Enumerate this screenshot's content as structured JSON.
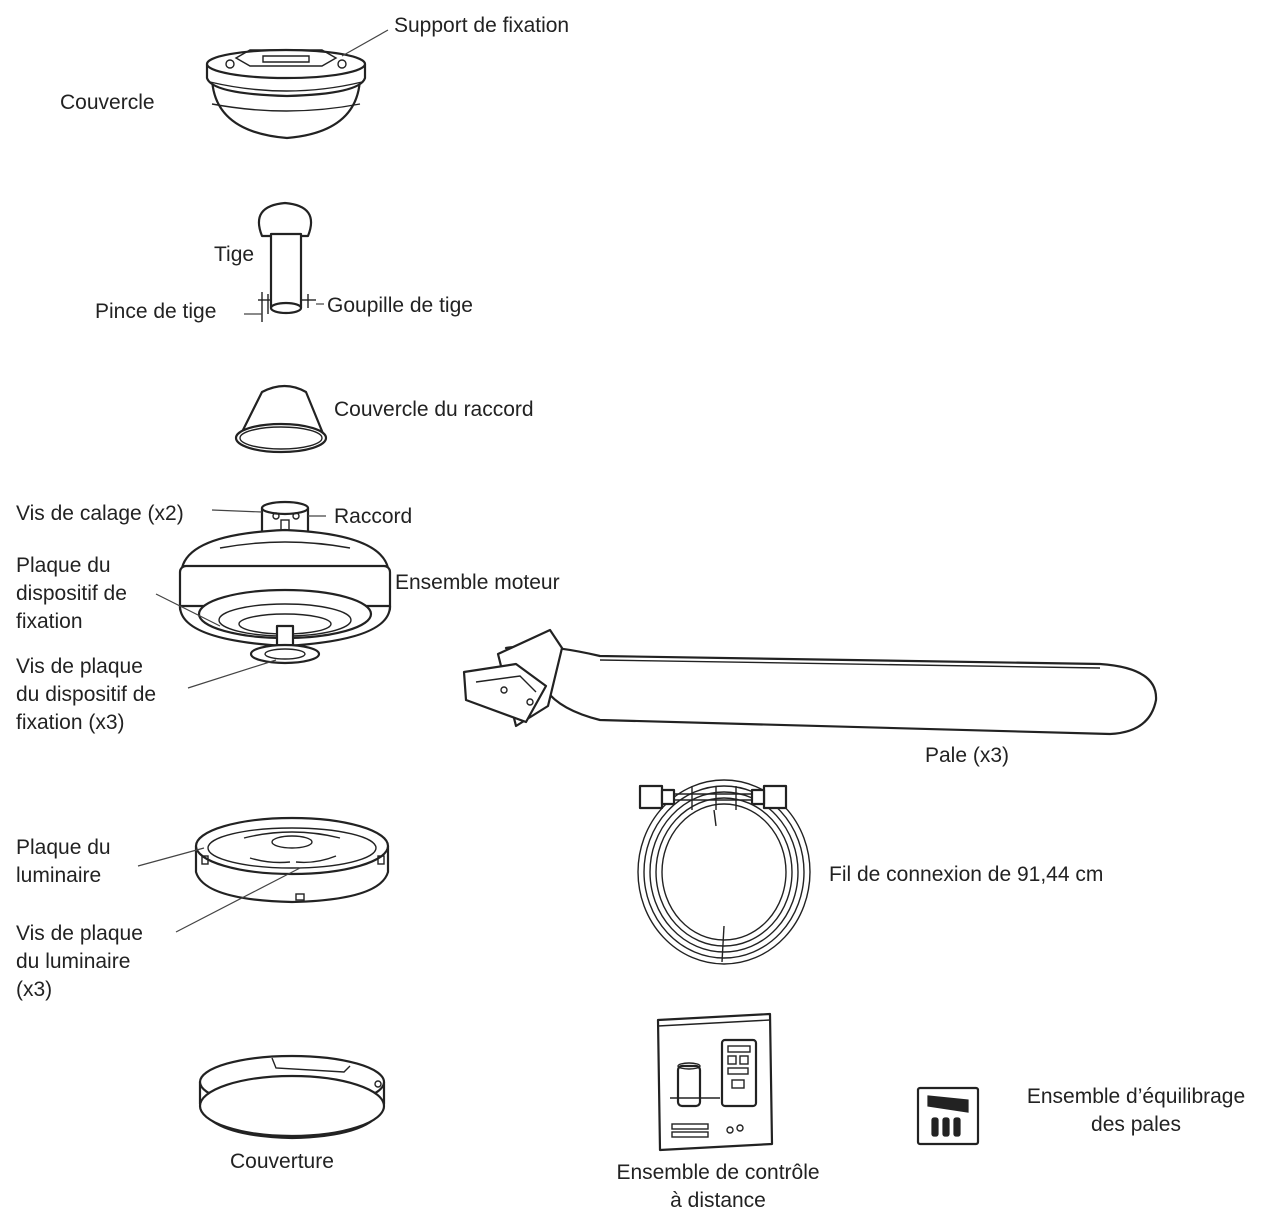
{
  "labels": {
    "support_fixation": "Support de fixation",
    "couvercle": "Couvercle",
    "tige": "Tige",
    "pince_tige": "Pince de tige",
    "goupille_tige": "Goupille de tige",
    "couvercle_raccord": "Couvercle du raccord",
    "vis_calage": "Vis de calage  (x2)",
    "raccord": "Raccord",
    "plaque_dispositif": [
      "Plaque du",
      "dispositif de",
      "fixation"
    ],
    "ensemble_moteur": "Ensemble moteur",
    "vis_plaque_dispositif": [
      "Vis de plaque",
      "du dispositif de",
      "fixation (x3)"
    ],
    "pale": "Pale (x3)",
    "plaque_luminaire": [
      "Plaque du",
      "luminaire"
    ],
    "fil_connexion": "Fil de connexion de 91,44 cm",
    "vis_plaque_luminaire": [
      "Vis de plaque",
      "du luminaire",
      "(x3)"
    ],
    "couverture": "Couverture",
    "controle_distance": [
      "Ensemble de contrôle",
      "à distance"
    ],
    "equilibrage": [
      "Ensemble d’équilibrage",
      "des pales"
    ]
  }
}
